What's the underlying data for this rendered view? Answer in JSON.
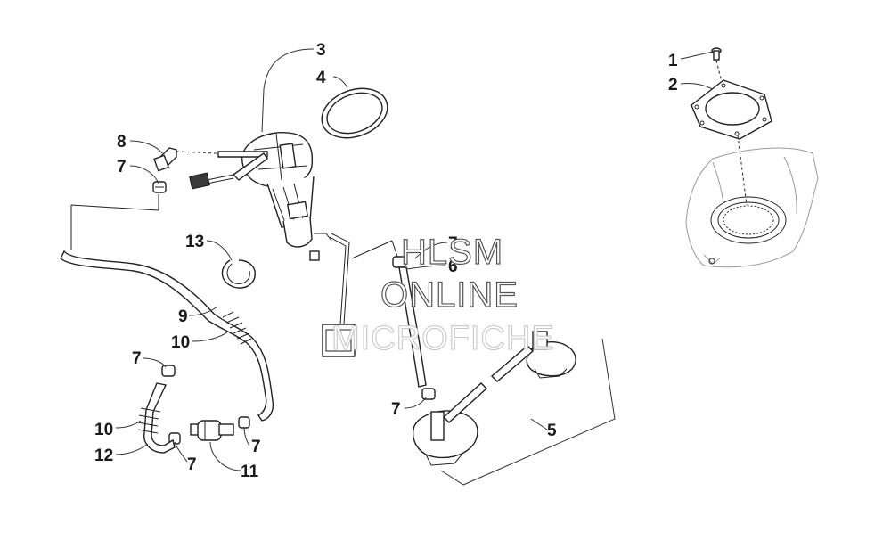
{
  "callouts": {
    "c1": "1",
    "c2": "2",
    "c3": "3",
    "c4": "4",
    "c5": "5",
    "c6": "6",
    "c7a": "7",
    "c7b": "7",
    "c7c": "7",
    "c7d": "7",
    "c7e": "7",
    "c7f": "7",
    "c8": "8",
    "c9": "9",
    "c10a": "10",
    "c10b": "10",
    "c11": "11",
    "c12": "12",
    "c13": "13"
  },
  "watermark": {
    "line1": "HLSM",
    "line2": "ONLINE",
    "line3": "MICROFICHE"
  }
}
